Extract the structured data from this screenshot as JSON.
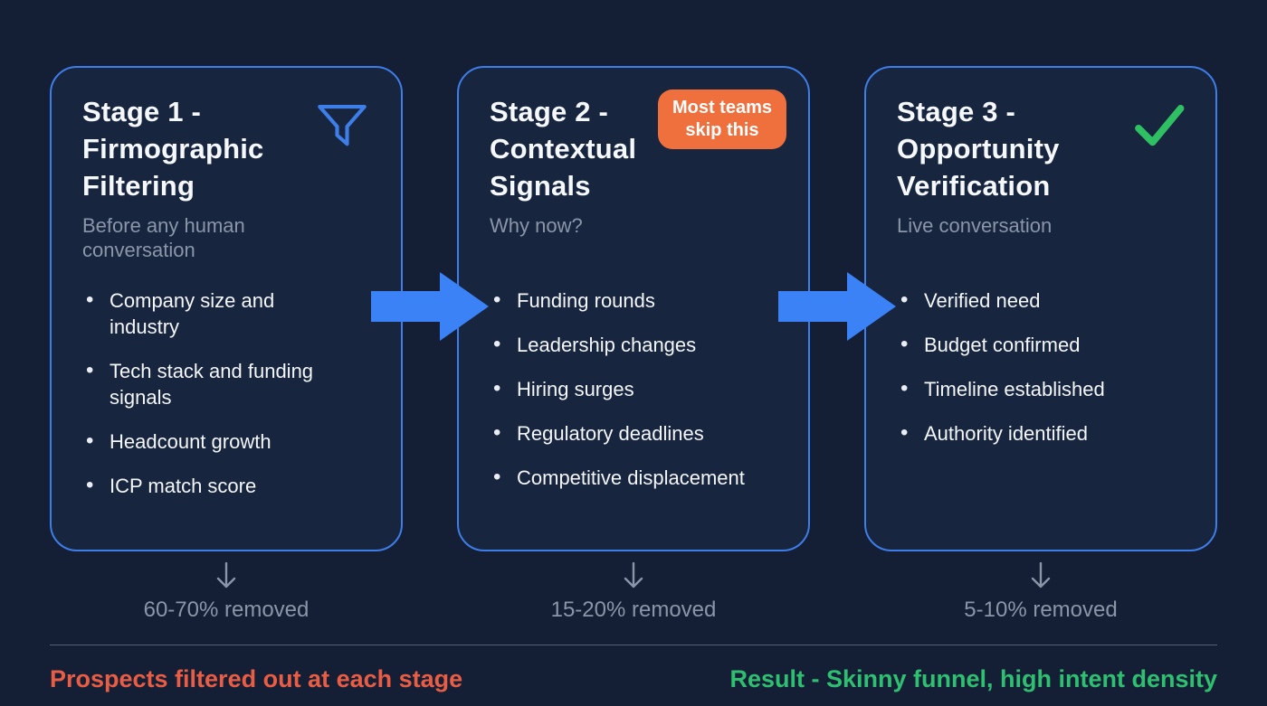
{
  "colors": {
    "background": "#141f36",
    "card_border": "#3e7ee8",
    "arrow_blue": "#3b82f6",
    "badge_orange": "#f0703d",
    "check_green": "#2fc064",
    "muted_gray": "#8a96a8",
    "footer_left_orange": "#e85d43",
    "footer_right_green": "#2fbf71"
  },
  "stages": [
    {
      "title": "Stage 1 -\nFirmographic\nFiltering",
      "subtitle": "Before any human conversation",
      "icon": "funnel-icon",
      "bullets": [
        "Company size and industry",
        "Tech stack and funding signals",
        "Headcount growth",
        "ICP match score"
      ],
      "removed": "60-70% removed"
    },
    {
      "title": "Stage 2 -\nContextual\nSignals",
      "subtitle": "Why now?",
      "badge": "Most teams\nskip this",
      "bullets": [
        "Funding rounds",
        "Leadership changes",
        "Hiring surges",
        "Regulatory deadlines",
        "Competitive displacement"
      ],
      "removed": "15-20% removed"
    },
    {
      "title": "Stage 3 -\nOpportunity\nVerification",
      "subtitle": "Live conversation",
      "icon": "check-icon",
      "bullets": [
        "Verified need",
        "Budget confirmed",
        "Timeline established",
        "Authority identified"
      ],
      "removed": "5-10% removed"
    }
  ],
  "footer": {
    "left": "Prospects filtered out at each stage",
    "right": "Result - Skinny funnel, high intent density"
  }
}
